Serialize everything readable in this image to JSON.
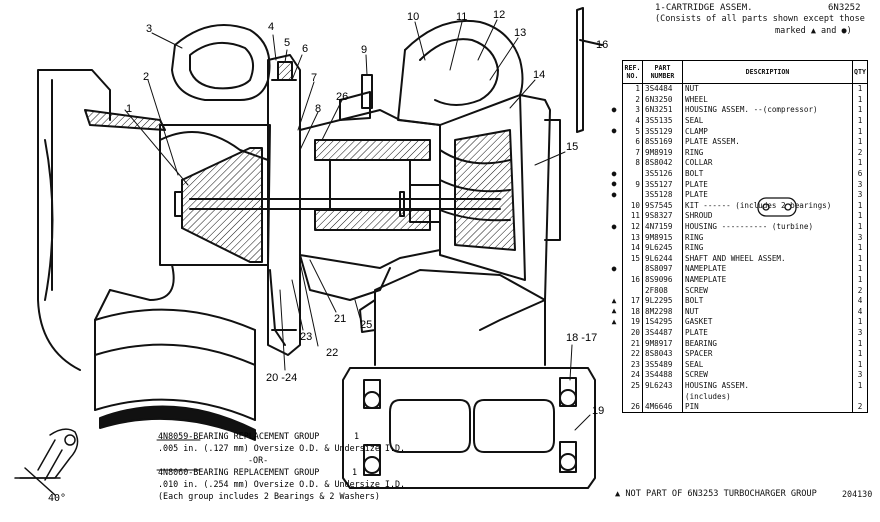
{
  "header": {
    "line1": "1-CARTRIDGE ASSEM.",
    "part_no": "6N3252",
    "line2": "(Consists of all parts shown except those",
    "line3": "marked ▲ and ●)"
  },
  "table": {
    "col_ref": "REF. NO.",
    "col_part": "PART NUMBER",
    "col_desc": "DESCRIPTION",
    "col_qty": "QTY",
    "rows": [
      {
        "mark": "",
        "ref": "1",
        "part": "3S4484",
        "desc": "NUT",
        "qty": "1"
      },
      {
        "mark": "",
        "ref": "2",
        "part": "6N3250",
        "desc": "WHEEL",
        "qty": "1"
      },
      {
        "mark": "●",
        "ref": "3",
        "part": "6N3251",
        "desc": "HOUSING ASSEM. --(compressor)",
        "qty": "1"
      },
      {
        "mark": "",
        "ref": "4",
        "part": "3S5135",
        "desc": "SEAL",
        "qty": "1"
      },
      {
        "mark": "●",
        "ref": "5",
        "part": "3S5129",
        "desc": "CLAMP",
        "qty": "1"
      },
      {
        "mark": "",
        "ref": "6",
        "part": "8S5169",
        "desc": "PLATE ASSEM.",
        "qty": "1"
      },
      {
        "mark": "",
        "ref": "7",
        "part": "9M8919",
        "desc": "RING",
        "qty": "2"
      },
      {
        "mark": "",
        "ref": "8",
        "part": "8S8042",
        "desc": "COLLAR",
        "qty": "1"
      },
      {
        "mark": "●",
        "ref": "",
        "part": "3S5126",
        "desc": "BOLT",
        "qty": "6"
      },
      {
        "mark": "●",
        "ref": "9",
        "part": "3S5127",
        "desc": "PLATE",
        "qty": "3"
      },
      {
        "mark": "●",
        "ref": "",
        "part": "3S5128",
        "desc": "PLATE",
        "qty": "3"
      },
      {
        "mark": "",
        "ref": "10",
        "part": "9S7545",
        "desc": "KIT ------ (includes 2 bearings)",
        "qty": "1"
      },
      {
        "mark": "",
        "ref": "11",
        "part": "9S8327",
        "desc": "SHROUD",
        "qty": "1"
      },
      {
        "mark": "●",
        "ref": "12",
        "part": "4N7159",
        "desc": "HOUSING ---------- (turbine)",
        "qty": "1"
      },
      {
        "mark": "",
        "ref": "13",
        "part": "9M8915",
        "desc": "RING",
        "qty": "3"
      },
      {
        "mark": "",
        "ref": "14",
        "part": "9L6245",
        "desc": "RING",
        "qty": "1"
      },
      {
        "mark": "",
        "ref": "15",
        "part": "9L6244",
        "desc": "SHAFT AND WHEEL ASSEM.",
        "qty": "1"
      },
      {
        "mark": "●",
        "ref": "",
        "part": "8S8097",
        "desc": "NAMEPLATE",
        "qty": "1"
      },
      {
        "mark": "",
        "ref": "16",
        "part": "8S9096",
        "desc": "NAMEPLATE",
        "qty": "1"
      },
      {
        "mark": "",
        "ref": "",
        "part": "2F808",
        "desc": "SCREW",
        "qty": "2"
      },
      {
        "mark": "▲",
        "ref": "17",
        "part": "9L2295",
        "desc": "BOLT",
        "qty": "4"
      },
      {
        "mark": "▲",
        "ref": "18",
        "part": "8M2298",
        "desc": "NUT",
        "qty": "4"
      },
      {
        "mark": "▲",
        "ref": "19",
        "part": "1S4295",
        "desc": "GASKET",
        "qty": "1"
      },
      {
        "mark": "",
        "ref": "20",
        "part": "3S4487",
        "desc": "PLATE",
        "qty": "3"
      },
      {
        "mark": "",
        "ref": "21",
        "part": "9M8917",
        "desc": "BEARING",
        "qty": "1"
      },
      {
        "mark": "",
        "ref": "22",
        "part": "8S8043",
        "desc": "SPACER",
        "qty": "1"
      },
      {
        "mark": "",
        "ref": "23",
        "part": "3S5489",
        "desc": "SEAL",
        "qty": "1"
      },
      {
        "mark": "",
        "ref": "24",
        "part": "3S4488",
        "desc": "SCREW",
        "qty": "3"
      },
      {
        "mark": "",
        "ref": "25",
        "part": "9L6243",
        "desc": "HOUSING ASSEM.",
        "qty": "1"
      },
      {
        "mark": "",
        "ref": "",
        "part": "",
        "desc": "(includes)",
        "qty": ""
      },
      {
        "mark": "",
        "ref": "26",
        "part": "4M6646",
        "desc": "PIN",
        "qty": "2"
      }
    ]
  },
  "footer": {
    "note": "▲ NOT PART OF 6N3253 TURBOCHARGER GROUP",
    "code": "204130"
  },
  "bearing_notes": {
    "line1": "4N8059-BEARING REPLACEMENT GROUP",
    "line2": ".005 in. (.127 mm) Oversize O.D. & Undersize I.D.",
    "line3": "-OR-",
    "line4": "4N8060-BEARING REPLACEMENT GROUP",
    "line5": ".010 in. (.254 mm) Oversize O.D. & Undersize I.D.",
    "line6": "(Each group includes 2 Bearings & 2 Washers)",
    "ref_a": "1",
    "ref_b": "1"
  },
  "angle_label": "40°",
  "callouts": {
    "c1": "1",
    "c2": "2",
    "c3": "3",
    "c4": "4",
    "c5": "5",
    "c6": "6",
    "c7": "7",
    "c8": "8",
    "c9": "9",
    "c10": "10",
    "c11": "11",
    "c12": "12",
    "c13": "13",
    "c14": "14",
    "c15": "15",
    "c16": "16",
    "c1817": "18 -17",
    "c19": "19",
    "c2024": "20 -24",
    "c21": "21",
    "c22": "22",
    "c23": "23",
    "c25": "25",
    "c26": "26"
  }
}
